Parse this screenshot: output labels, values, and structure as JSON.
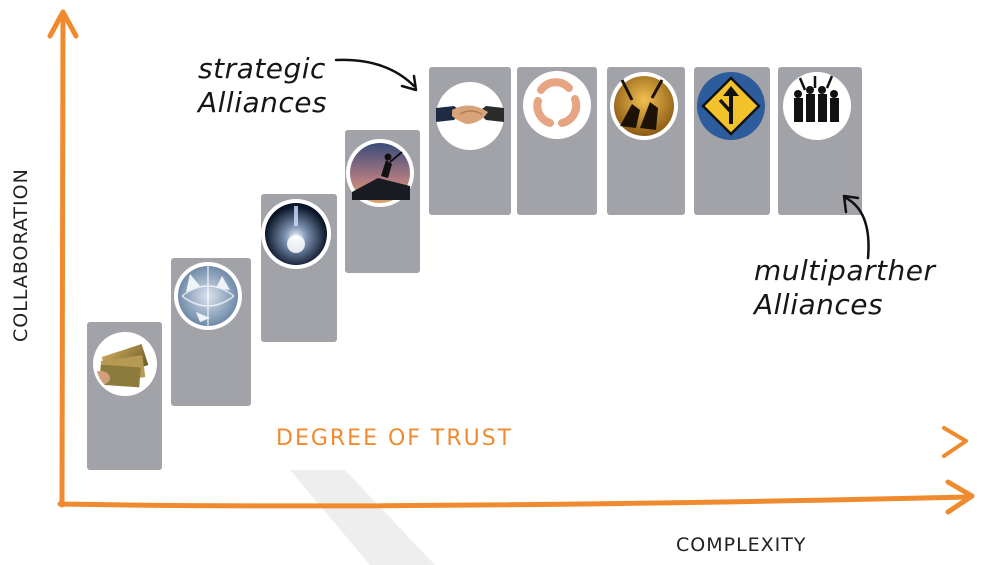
{
  "axes": {
    "y_label": "COLLABORATION",
    "x_label": "COMPLEXITY",
    "trust_label": "DEGREE OF TRUST"
  },
  "annotations": {
    "strategic": [
      "strategic",
      "Alliances"
    ],
    "multipartner": [
      "multiparther",
      "Alliances"
    ]
  },
  "steps": [
    {
      "icon": "money-icon"
    },
    {
      "icon": "globe-hands-icon"
    },
    {
      "icon": "tunnel-light-icon"
    },
    {
      "icon": "climber-silhouette-icon"
    },
    {
      "icon": "handshake-icon"
    },
    {
      "icon": "circular-arrows-icon"
    },
    {
      "icon": "rowers-silhouette-icon"
    },
    {
      "icon": "merge-road-sign-icon"
    },
    {
      "icon": "team-silhouette-icon"
    }
  ],
  "colors": {
    "axis": "#f08a2e",
    "step_box": "#a2a3a8",
    "icon_ring": "#ffffff",
    "text": "#222222"
  }
}
